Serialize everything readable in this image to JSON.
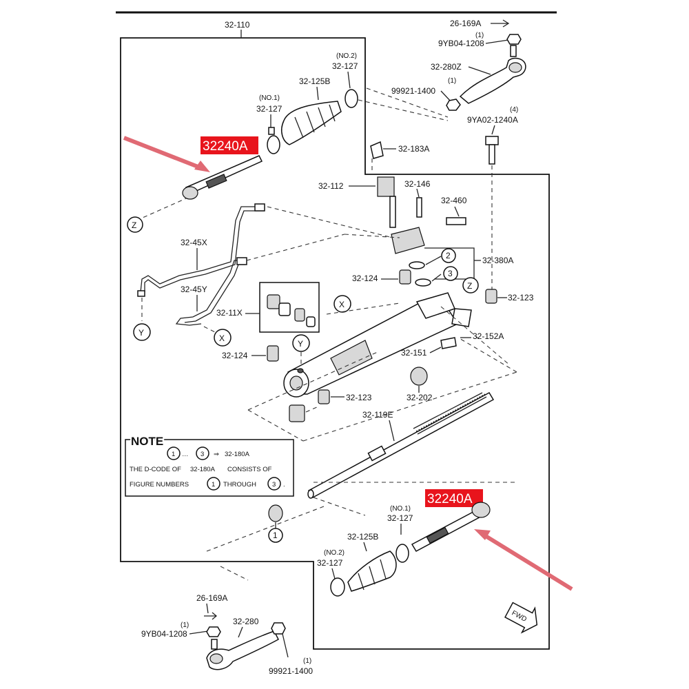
{
  "frame_label": "32-110",
  "callouts": {
    "upper": "32240A",
    "lower": "32240A"
  },
  "parts": {
    "p_26_169A_top": "26-169A",
    "p_9YB04_1208_top_qty": "(1)",
    "p_9YB04_1208_top": "9YB04-1208",
    "p_32_280Z": "32-280Z",
    "p_99921_1400_top_qty": "(1)",
    "p_99921_1400_top": "99921-1400",
    "p_9YA02_qty": "(4)",
    "p_9YA02": "9YA02-1240A",
    "p_no2_top": "(NO.2)",
    "p_32_127_top_no2": "32-127",
    "p_32_125B_top": "32-125B",
    "p_no1_top": "(NO.1)",
    "p_32_127_top_no1": "32-127",
    "p_32_183A": "32-183A",
    "p_32_112": "32-112",
    "p_32_146": "32-146",
    "p_32_460": "32-460",
    "p_32_45X": "32-45X",
    "p_32_45Y": "32-45Y",
    "p_32_380A": "32-380A",
    "p_32_124_a": "32-124",
    "p_32_123_a": "32-123",
    "p_32_11X": "32-11X",
    "p_32_152A": "32-152A",
    "p_32_124_b": "32-124",
    "p_32_151": "32-151",
    "p_32_123_b": "32-123",
    "p_32_202": "32-202",
    "p_32_119E": "32-119E",
    "p_no1_bot": "(NO.1)",
    "p_32_127_bot_no1": "32-127",
    "p_32_125B_bot": "32-125B",
    "p_no2_bot": "(NO.2)",
    "p_32_127_bot_no2": "32-127",
    "p_26_169A_bot": "26-169A",
    "p_9YB04_1208_bot_qty": "(1)",
    "p_9YB04_1208_bot": "9YB04-1208",
    "p_32_280": "32-280",
    "p_99921_1400_bot_qty": "(1)",
    "p_99921_1400_bot": "99921-1400"
  },
  "markers": {
    "z1": "Z",
    "z2": "Z",
    "x1": "X",
    "x2": "X",
    "y1": "Y",
    "y2": "Y",
    "n1": "1",
    "n2": "2",
    "n3": "3"
  },
  "note": {
    "title": "NOTE",
    "line1_a": "1",
    "line1_dots": "…",
    "line1_b": "3",
    "line1_target": "32-180A",
    "line2_a": "THE D-CODE OF",
    "line2_b": "32-180A",
    "line2_c": "CONSISTS OF",
    "line3_a": "FIGURE NUMBERS",
    "line3_b": "1",
    "line3_c": "THROUGH",
    "line3_d": "3",
    "line3_e": "."
  },
  "fwd_badge": "FWD",
  "colors": {
    "callout": "#e8141c",
    "arrow": "#e06a74"
  }
}
